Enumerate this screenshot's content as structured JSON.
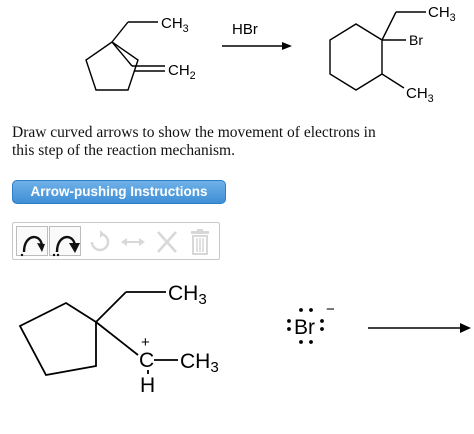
{
  "reaction": {
    "reactant": {
      "methyl_label": "CH3",
      "methylene_label": "CH2"
    },
    "reagent": "HBr",
    "product": {
      "methyl_label": "CH3",
      "bromo_label": "Br",
      "ring_methyl_label": "CH3"
    }
  },
  "prompt": {
    "line1": "Draw curved arrows to show the movement of electrons in",
    "line2": "this step of the reaction mechanism."
  },
  "instructions_button": {
    "label": "Arrow-pushing Instructions",
    "color": "#3f8fd6"
  },
  "toolbar": {
    "tools": [
      {
        "name": "single-electron-arrow-tool",
        "icon": "fishhook-arrow-icon",
        "state": "active"
      },
      {
        "name": "electron-pair-arrow-tool",
        "icon": "double-headed-curved-arrow-icon",
        "state": "active"
      },
      {
        "name": "rotate-tool",
        "icon": "rotate-icon",
        "state": "disabled"
      },
      {
        "name": "flip-tool",
        "icon": "left-right-arrow-icon",
        "state": "disabled"
      },
      {
        "name": "delete-tool",
        "icon": "x-icon",
        "state": "disabled"
      },
      {
        "name": "clear-tool",
        "icon": "trash-icon",
        "state": "disabled"
      }
    ]
  },
  "workspace": {
    "methyl_label": "CH3",
    "carbocation_charge": "+",
    "carbon_label": "C",
    "hydrogen_label": "H",
    "ethyl_methyl_label": "CH3",
    "bromide_label": "Br",
    "bromide_charge": "−"
  }
}
